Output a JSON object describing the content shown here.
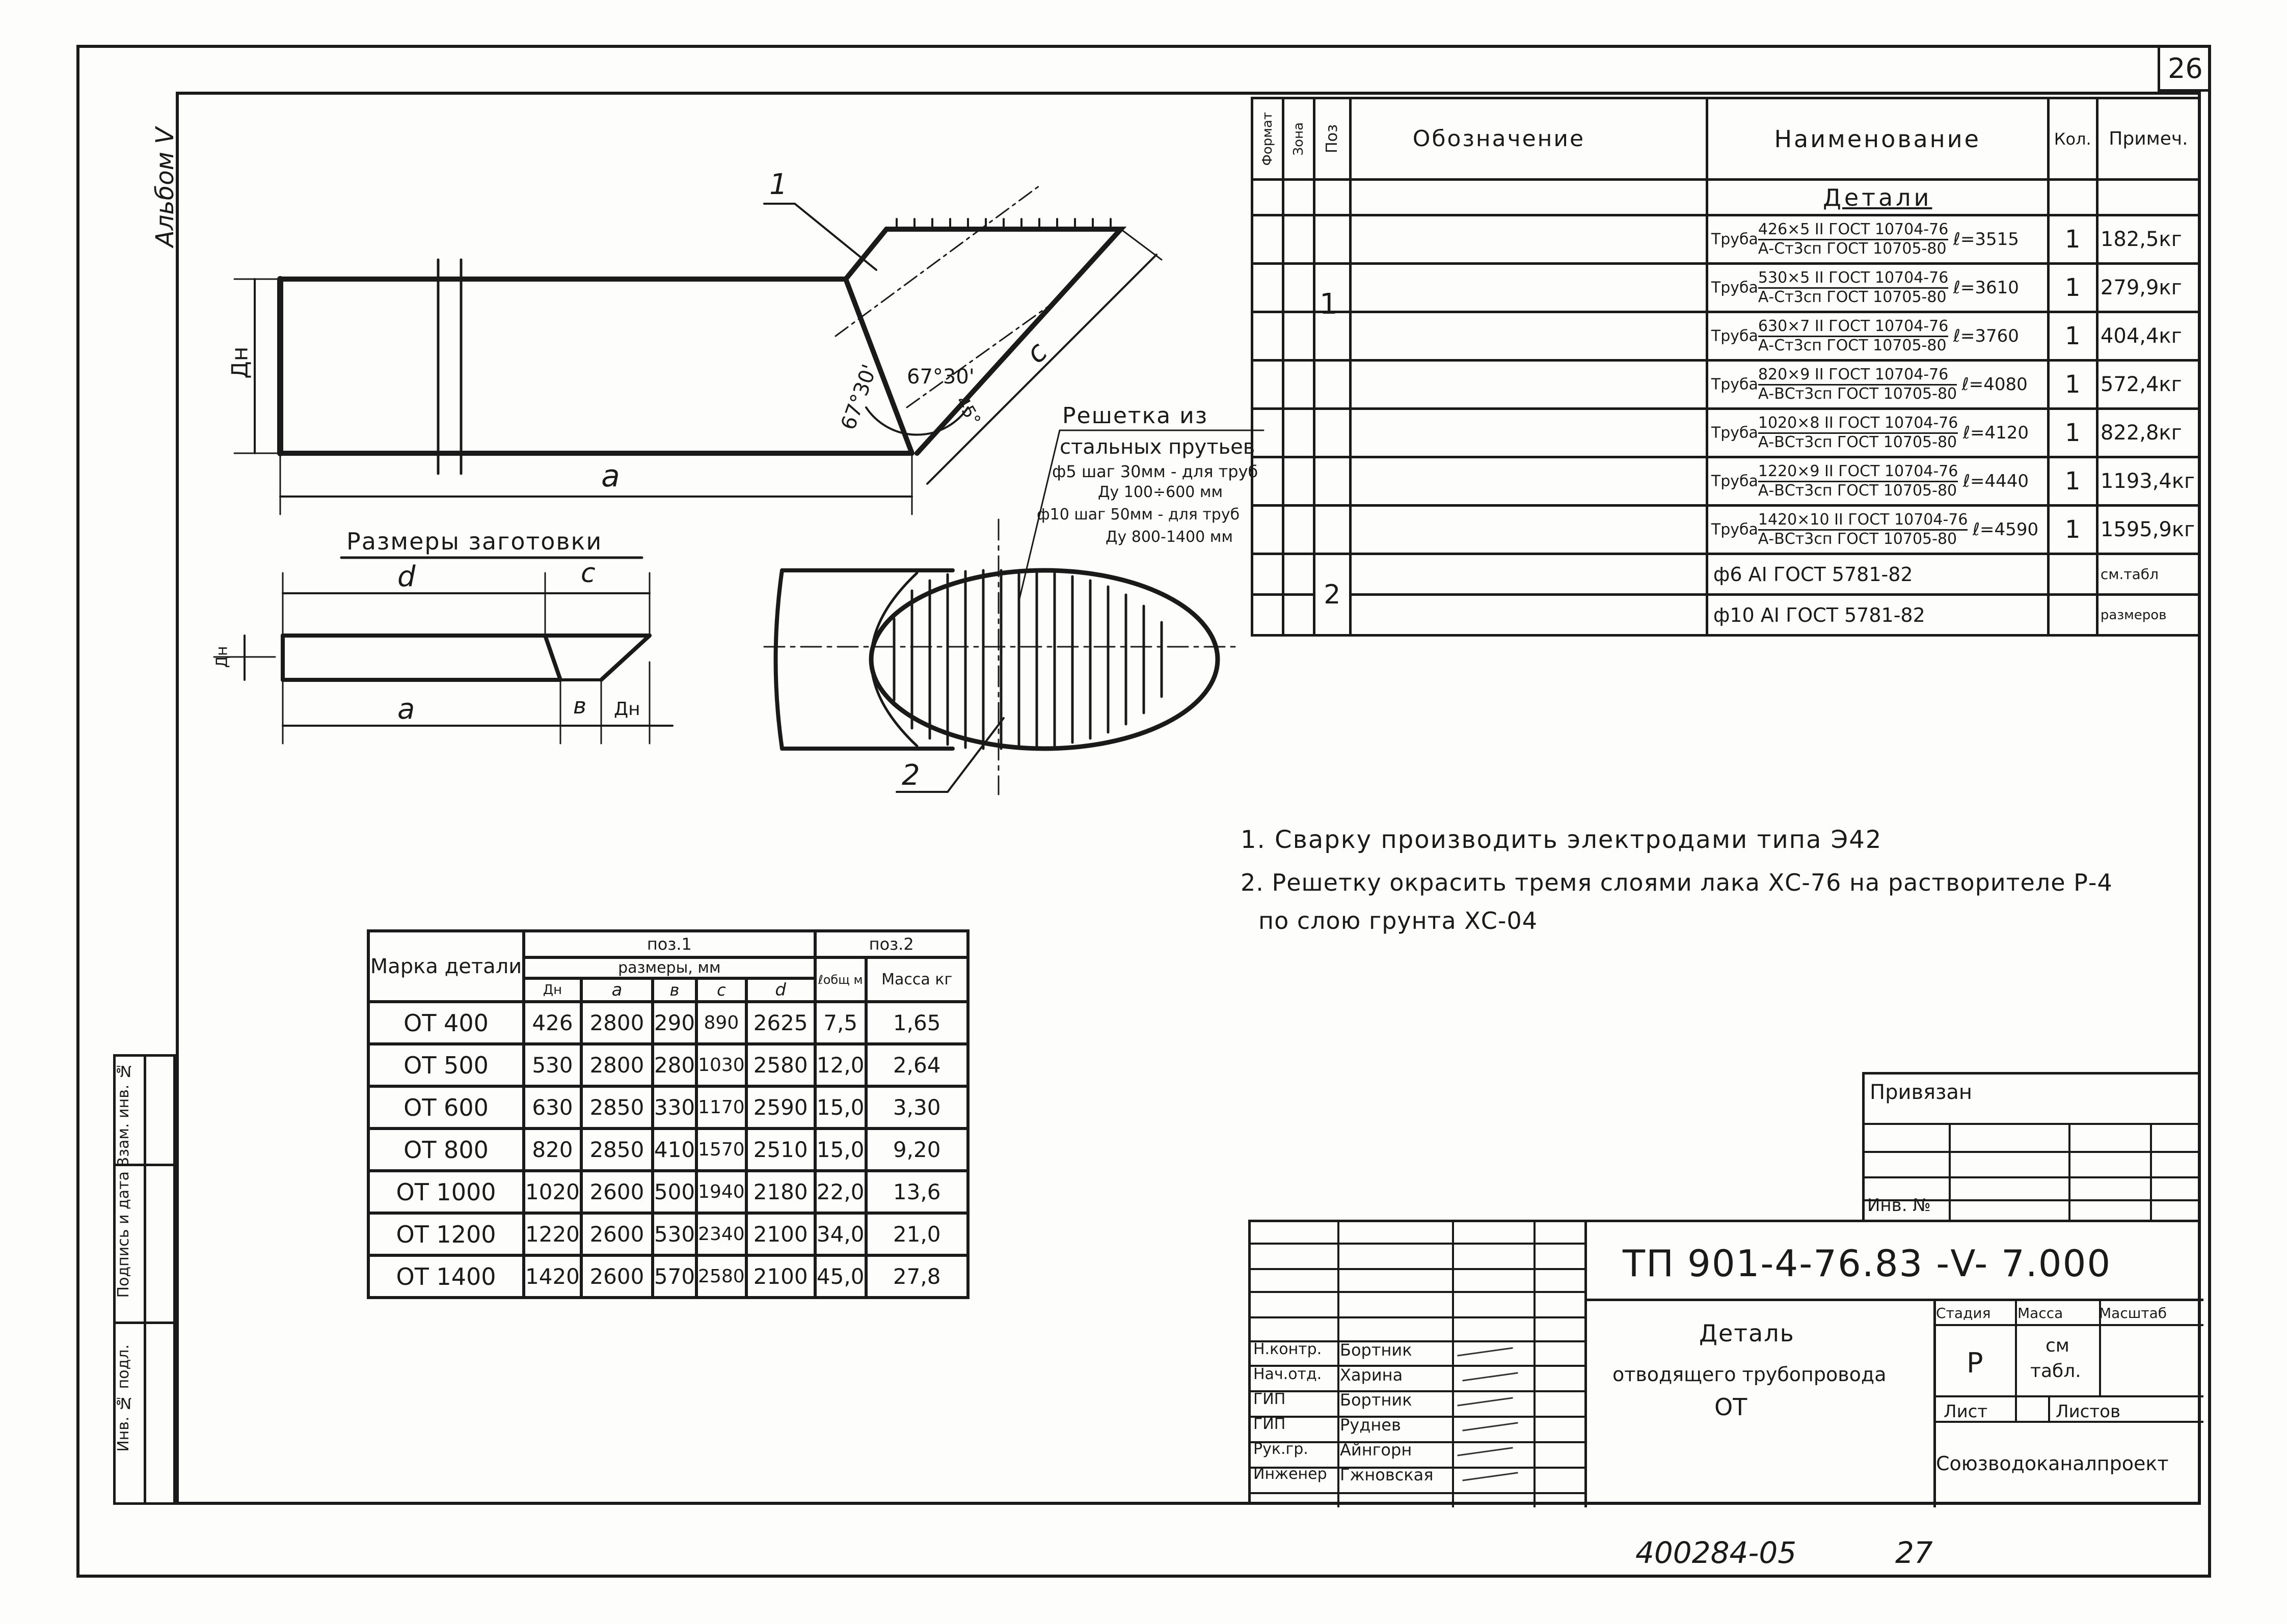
{
  "sheet_number": "26",
  "album_label": "Альбом V",
  "drawing": {
    "callout_1": "1",
    "callout_2": "2",
    "dim_dn": "Дн",
    "dim_a": "a",
    "dim_c": "c",
    "dim_b": "в",
    "dim_d": "d",
    "angle_1": "67°30'",
    "angle_2": "67°30'",
    "angle_3": "45°",
    "blank_title": "Размеры заготовки",
    "grid_note_title": "Решетка из",
    "grid_note_line2": "стальных прутьев",
    "grid_note_line3": "ф5 шаг 30мм - для труб",
    "grid_note_line4": "Ду 100÷600 мм",
    "grid_note_line5": "ф10 шаг 50мм - для труб",
    "grid_note_line6": "Ду 800-1400 мм"
  },
  "spec": {
    "headers": {
      "format": "Формат",
      "zone": "Зона",
      "pos": "Поз",
      "designation": "Обозначение",
      "name": "Наименование",
      "qty": "Кол.",
      "note": "Примеч."
    },
    "section_title": "Детали",
    "pos_1": "1",
    "pos_2": "2",
    "rows": [
      {
        "prefix": "Труба",
        "top": "426×5 II ГОСТ 10704-76",
        "bottom": "А-Ст3сп ГОСТ 10705-80",
        "len": "ℓ=3515",
        "qty": "1",
        "note": "182,5кг"
      },
      {
        "prefix": "Труба",
        "top": "530×5 II ГОСТ 10704-76",
        "bottom": "А-Ст3сп ГОСТ 10705-80",
        "len": "ℓ=3610",
        "qty": "1",
        "note": "279,9кг"
      },
      {
        "prefix": "Труба",
        "top": "630×7 II ГОСТ 10704-76",
        "bottom": "А-Ст3сп ГОСТ 10705-80",
        "len": "ℓ=3760",
        "qty": "1",
        "note": "404,4кг"
      },
      {
        "prefix": "Труба",
        "top": "820×9 II ГОСТ 10704-76",
        "bottom": "А-ВСт3сп ГОСТ 10705-80",
        "len": "ℓ=4080",
        "qty": "1",
        "note": "572,4кг"
      },
      {
        "prefix": "Труба",
        "top": "1020×8 II ГОСТ 10704-76",
        "bottom": "А-ВСт3сп ГОСТ 10705-80",
        "len": "ℓ=4120",
        "qty": "1",
        "note": "822,8кг"
      },
      {
        "prefix": "Труба",
        "top": "1220×9 II ГОСТ 10704-76",
        "bottom": "А-ВСт3сп ГОСТ 10705-80",
        "len": "ℓ=4440",
        "qty": "1",
        "note": "1193,4кг"
      },
      {
        "prefix": "Труба",
        "top": "1420×10 II ГОСТ 10704-76",
        "bottom": "А-ВСт3сп ГОСТ 10705-80",
        "len": "ℓ=4590",
        "qty": "1",
        "note": "1595,9кг"
      }
    ],
    "rod_1": "ф6 AI ГОСТ 5781-82",
    "rod_2": "ф10 AI ГОСТ 5781-82",
    "rod_note_1": "см.табл",
    "rod_note_2": "размеров"
  },
  "notes": {
    "n1": "1. Сварку производить электродами типа Э42",
    "n2": "2. Решетку окрасить тремя слоями лака ХС-76 на растворителе Р-4",
    "n2b": "по слою грунта ХС-04"
  },
  "dims_table": {
    "h_mark": "Марка детали",
    "h_pos1": "поз.1",
    "h_pos2": "поз.2",
    "h_sizes": "размеры, мм",
    "h_dn": "Дн",
    "h_a": "a",
    "h_b": "в",
    "h_c": "c",
    "h_d": "d",
    "h_lsum": "ℓобщ м",
    "h_mass": "Масса кг",
    "rows": [
      {
        "mark": "ОТ 400",
        "dn": "426",
        "a": "2800",
        "b": "290",
        "c": "890",
        "d": "2625",
        "l": "7,5",
        "m": "1,65"
      },
      {
        "mark": "ОТ 500",
        "dn": "530",
        "a": "2800",
        "b": "280",
        "c": "1030",
        "d": "2580",
        "l": "12,0",
        "m": "2,64"
      },
      {
        "mark": "ОТ 600",
        "dn": "630",
        "a": "2850",
        "b": "330",
        "c": "1170",
        "d": "2590",
        "l": "15,0",
        "m": "3,30"
      },
      {
        "mark": "ОТ 800",
        "dn": "820",
        "a": "2850",
        "b": "410",
        "c": "1570",
        "d": "2510",
        "l": "15,0",
        "m": "9,20"
      },
      {
        "mark": "ОТ 1000",
        "dn": "1020",
        "a": "2600",
        "b": "500",
        "c": "1940",
        "d": "2180",
        "l": "22,0",
        "m": "13,6"
      },
      {
        "mark": "ОТ 1200",
        "dn": "1220",
        "a": "2600",
        "b": "530",
        "c": "2340",
        "d": "2100",
        "l": "34,0",
        "m": "21,0"
      },
      {
        "mark": "ОТ 1400",
        "dn": "1420",
        "a": "2600",
        "b": "570",
        "c": "2580",
        "d": "2100",
        "l": "45,0",
        "m": "27,8"
      }
    ]
  },
  "side_stamp": {
    "s1": "Инв. № подл.",
    "s2": "Подпись и дата",
    "s3": "Взам. инв. №"
  },
  "binding": {
    "title": "Привязан",
    "inv": "Инв. №"
  },
  "title_block": {
    "code": "ТП 901-4-76.83 -V- 7.000",
    "name_1": "Деталь",
    "name_2": "отводящего трубопровода",
    "name_3": "ОТ",
    "stage_h": "Стадия",
    "mass_h": "Масса",
    "scale_h": "Масштаб",
    "stage": "Р",
    "mass_1": "см",
    "mass_2": "табл.",
    "sheet_h": "Лист",
    "sheets_h": "Листов",
    "org": "Союзводоканалпроект",
    "people": [
      {
        "role": "Н.контр.",
        "name": "Бортник"
      },
      {
        "role": "Нач.отд.",
        "name": "Харина"
      },
      {
        "role": "ГИП",
        "name": "Бортник"
      },
      {
        "role": "ГИП",
        "name": "Руднев"
      },
      {
        "role": "Рук.гр.",
        "name": "Айнгорн"
      },
      {
        "role": "Инженер",
        "name": "Гжновская"
      }
    ]
  },
  "footer": {
    "archive": "400284-05",
    "page": "27"
  }
}
